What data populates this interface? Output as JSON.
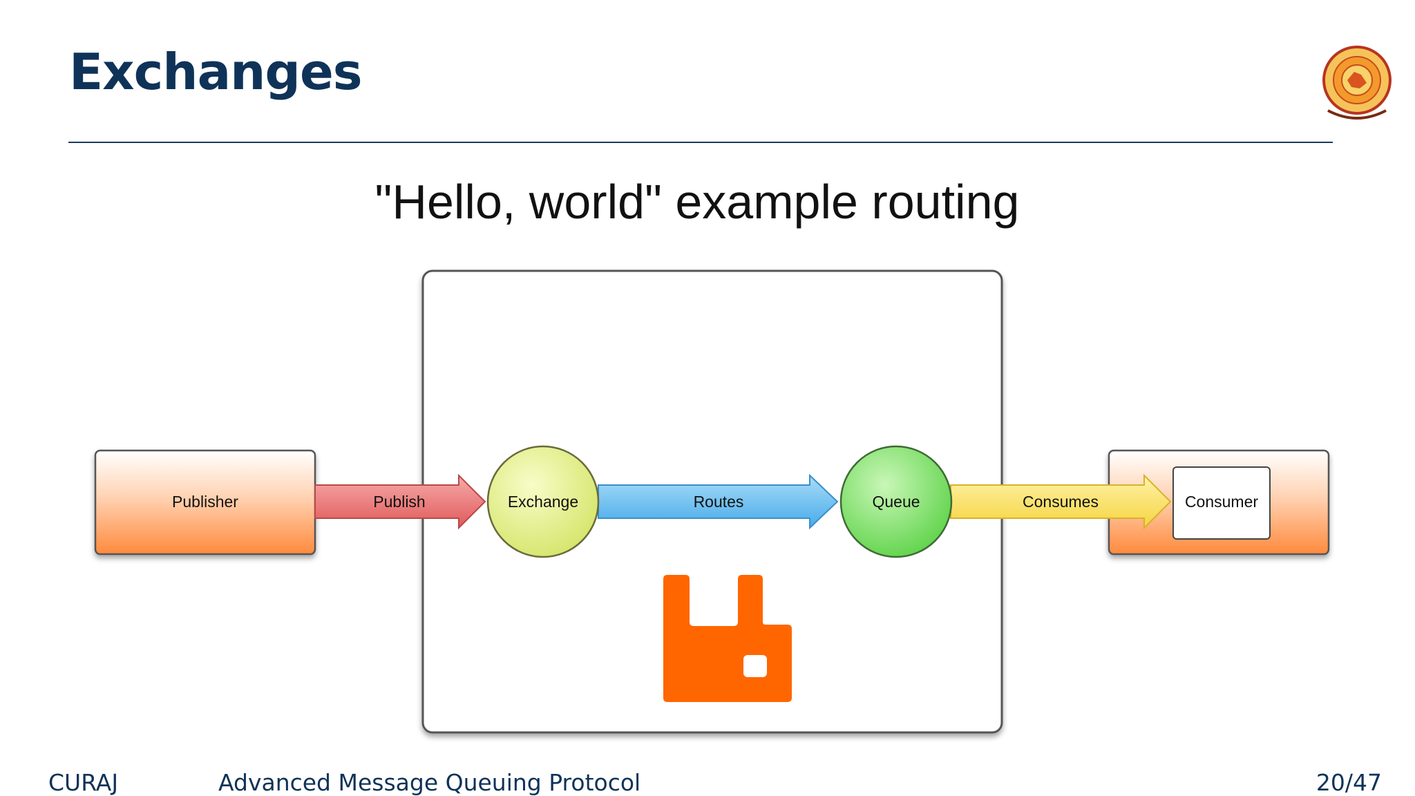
{
  "slide": {
    "title": "Exchanges",
    "logo_icon": "university-seal-icon"
  },
  "diagram": {
    "title": "\"Hello, world\" example routing",
    "nodes": {
      "publisher": "Publisher",
      "exchange": "Exchange",
      "queue": "Queue",
      "consumer": "Consumer"
    },
    "edges": {
      "publish": "Publish",
      "routes": "Routes",
      "consumes": "Consumes"
    },
    "broker_icon": "rabbitmq-logo-icon",
    "colors": {
      "publish_arrow": "#e57373",
      "routes_arrow": "#5bb8ec",
      "consumes_arrow": "#f7dc5c",
      "exchange_fill": "#e6f08a",
      "queue_fill": "#7fe06a",
      "box_gradient_end": "#ff8a3d",
      "broker_logo": "#ff6600"
    }
  },
  "footer": {
    "left": "CURAJ",
    "center": "Advanced Message Queuing Protocol",
    "page": "20/47"
  }
}
